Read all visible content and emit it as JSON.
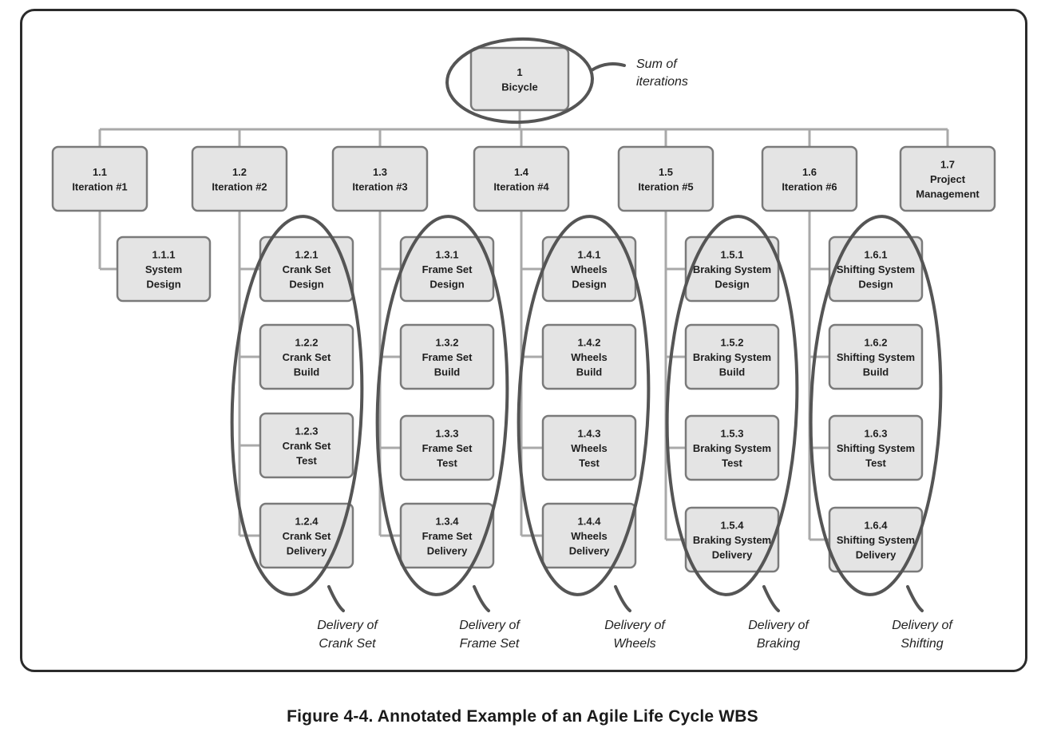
{
  "root": {
    "id": "1",
    "label": "Bicycle"
  },
  "root_annotation": [
    "Sum of",
    "iterations"
  ],
  "level2": [
    {
      "id": "1.1",
      "lines": [
        "Iteration #1"
      ]
    },
    {
      "id": "1.2",
      "lines": [
        "Iteration #2"
      ]
    },
    {
      "id": "1.3",
      "lines": [
        "Iteration #3"
      ]
    },
    {
      "id": "1.4",
      "lines": [
        "Iteration #4"
      ]
    },
    {
      "id": "1.5",
      "lines": [
        "Iteration #5"
      ]
    },
    {
      "id": "1.6",
      "lines": [
        "Iteration #6"
      ]
    },
    {
      "id": "1.7",
      "lines": [
        "Project",
        "Management"
      ]
    }
  ],
  "level3": [
    [
      {
        "id": "1.1.1",
        "lines": [
          "System",
          "Design"
        ]
      }
    ],
    [
      {
        "id": "1.2.1",
        "lines": [
          "Crank Set",
          "Design"
        ]
      },
      {
        "id": "1.2.2",
        "lines": [
          "Crank Set",
          "Build"
        ]
      },
      {
        "id": "1.2.3",
        "lines": [
          "Crank Set",
          "Test"
        ]
      },
      {
        "id": "1.2.4",
        "lines": [
          "Crank Set",
          "Delivery"
        ]
      }
    ],
    [
      {
        "id": "1.3.1",
        "lines": [
          "Frame Set",
          "Design"
        ]
      },
      {
        "id": "1.3.2",
        "lines": [
          "Frame Set",
          "Build"
        ]
      },
      {
        "id": "1.3.3",
        "lines": [
          "Frame Set",
          "Test"
        ]
      },
      {
        "id": "1.3.4",
        "lines": [
          "Frame Set",
          "Delivery"
        ]
      }
    ],
    [
      {
        "id": "1.4.1",
        "lines": [
          "Wheels",
          "Design"
        ]
      },
      {
        "id": "1.4.2",
        "lines": [
          "Wheels",
          "Build"
        ]
      },
      {
        "id": "1.4.3",
        "lines": [
          "Wheels",
          "Test"
        ]
      },
      {
        "id": "1.4.4",
        "lines": [
          "Wheels",
          "Delivery"
        ]
      }
    ],
    [
      {
        "id": "1.5.1",
        "lines": [
          "Braking System",
          "Design"
        ]
      },
      {
        "id": "1.5.2",
        "lines": [
          "Braking System",
          "Build"
        ]
      },
      {
        "id": "1.5.3",
        "lines": [
          "Braking System",
          "Test"
        ]
      },
      {
        "id": "1.5.4",
        "lines": [
          "Braking System",
          "Delivery"
        ]
      }
    ],
    [
      {
        "id": "1.6.1",
        "lines": [
          "Shifting System",
          "Design"
        ]
      },
      {
        "id": "1.6.2",
        "lines": [
          "Shifting System",
          "Build"
        ]
      },
      {
        "id": "1.6.3",
        "lines": [
          "Shifting System",
          "Test"
        ]
      },
      {
        "id": "1.6.4",
        "lines": [
          "Shifting System",
          "Delivery"
        ]
      }
    ],
    []
  ],
  "delivery_annotations": [
    [
      "Delivery of",
      "Crank Set"
    ],
    [
      "Delivery of",
      "Frame Set"
    ],
    [
      "Delivery of",
      "Wheels"
    ],
    [
      "Delivery of",
      "Braking"
    ],
    [
      "Delivery of",
      "Shifting"
    ]
  ],
  "caption": "Figure 4-4. Annotated Example of an Agile Life Cycle WBS",
  "colors": {
    "box_fill": "#e4e4e4",
    "box_stroke": "#7a7a7a",
    "connector": "#a9a9a9",
    "ellipse": "#555555"
  }
}
